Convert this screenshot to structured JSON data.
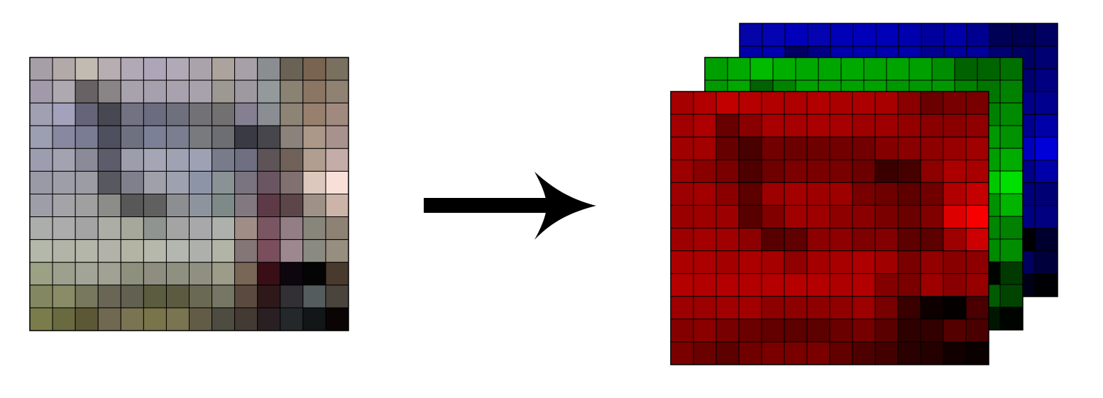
{
  "image_grid": {
    "rows": 12,
    "cols": 14,
    "cells": [
      [
        "#a69fa8",
        "#b2aaa8",
        "#c2bbb2",
        "#b6aeb0",
        "#b2a9b6",
        "#aea6b8",
        "#b2a9b6",
        "#aba3ac",
        "#aca49c",
        "#a8a0a8",
        "#8a8e90",
        "#6a6254",
        "#786450",
        "#7a7060"
      ],
      [
        "#a29aaa",
        "#aea8b0",
        "#686264",
        "#8a8486",
        "#a8a2ac",
        "#a6a0ae",
        "#a9a2ae",
        "#a7a2ac",
        "#9e9892",
        "#9e98a0",
        "#949a9c",
        "#8a8272",
        "#8a7662",
        "#908272"
      ],
      [
        "#a0a0b2",
        "#a3a2bc",
        "#666478",
        "#484852",
        "#727282",
        "#6c6c80",
        "#6e707e",
        "#727276",
        "#727070",
        "#848092",
        "#8a8e92",
        "#8e8476",
        "#98806e",
        "#a08a80"
      ],
      [
        "#9c9eb2",
        "#8888a0",
        "#7a7c94",
        "#4e5060",
        "#6e7280",
        "#7c8096",
        "#7a7e90",
        "#787a7e",
        "#6c6e74",
        "#3a3a44",
        "#46464c",
        "#8c827c",
        "#ac9888",
        "#a8928e"
      ],
      [
        "#9c9eb0",
        "#a2a2b0",
        "#8a8a98",
        "#5c5c6c",
        "#9c9eac",
        "#a4a6b6",
        "#9ea2b2",
        "#9ea0b4",
        "#787c8a",
        "#6e7082",
        "#5e5458",
        "#706258",
        "#b09e90",
        "#c4aca8"
      ],
      [
        "#9a9aa6",
        "#9e9ea8",
        "#9c9ca4",
        "#585860",
        "#80808c",
        "#a0a0aa",
        "#9ea2b0",
        "#8e94a8",
        "#8a9296",
        "#7a7480",
        "#6a5662",
        "#807070",
        "#dcc8bc",
        "#f8e0d8"
      ],
      [
        "#9e9ea8",
        "#a4a4a8",
        "#a0a0a0",
        "#8c8c88",
        "#585858",
        "#606060",
        "#8c8e92",
        "#8e949e",
        "#7e8a88",
        "#827880",
        "#5e3a46",
        "#5c464a",
        "#9e9288",
        "#ccb4a8"
      ],
      [
        "#acaeac",
        "#acacac",
        "#a4a4a4",
        "#acaea6",
        "#a6a89c",
        "#909490",
        "#a4a4a4",
        "#a8a8aa",
        "#aeb0ac",
        "#a08e86",
        "#7a5662",
        "#947e86",
        "#88867a",
        "#8e8274"
      ],
      [
        "#b4b8aa",
        "#b2b4a8",
        "#b4b6aa",
        "#b2b2a8",
        "#b4b4a4",
        "#b6b8ac",
        "#b4b6b0",
        "#aeb0ac",
        "#b2b4a6",
        "#847676",
        "#7a4e5c",
        "#9e8890",
        "#8a8a82",
        "#988e80"
      ],
      [
        "#9ca084",
        "#9ca08c",
        "#a2a498",
        "#a2a294",
        "#8e907e",
        "#8e8e80",
        "#8e9080",
        "#909082",
        "#9c9c88",
        "#786656",
        "#3a0e16",
        "#0e060e",
        "#040404",
        "#4a3a2e"
      ],
      [
        "#848862",
        "#8a8c68",
        "#78785e",
        "#6a6656",
        "#626050",
        "#5c5c40",
        "#5c5a40",
        "#6a6a54",
        "#767664",
        "#5a4a40",
        "#2e181a",
        "#323034",
        "#545c5e",
        "#4a443c"
      ],
      [
        "#7a7c4c",
        "#6a6a40",
        "#5c5836",
        "#706850",
        "#7a7452",
        "#7a744a",
        "#7a7450",
        "#625c46",
        "#4e4c40",
        "#443a34",
        "#2a2024",
        "#24282a",
        "#121616",
        "#0a0404"
      ]
    ]
  },
  "channel_blue": {
    "rows": 12,
    "cols": 14,
    "cells": [
      [
        "#0404a8",
        "#0404b2",
        "#0000ba",
        "#0404b0",
        "#0000b6",
        "#0000b8",
        "#0000b6",
        "#0000ac",
        "#00009c",
        "#0000a8",
        "#000090",
        "#000054",
        "#000050",
        "#000060"
      ],
      [
        "#0000aa",
        "#0000b0",
        "#000064",
        "#000086",
        "#0000ac",
        "#0000ae",
        "#0000ae",
        "#0000ac",
        "#000092",
        "#0000a0",
        "#00009c",
        "#000072",
        "#000062",
        "#000072"
      ],
      [
        "#0000b2",
        "#0000bc",
        "#000078",
        "#000052",
        "#000082",
        "#000080",
        "#00007e",
        "#000076",
        "#000070",
        "#000092",
        "#000092",
        "#000076",
        "#00006e",
        "#000080"
      ],
      [
        "#0000b2",
        "#0000a0",
        "#000094",
        "#000060",
        "#000080",
        "#000096",
        "#000090",
        "#00007e",
        "#000074",
        "#000044",
        "#00004c",
        "#00007c",
        "#000088",
        "#00008e"
      ],
      [
        "#0000b0",
        "#0000b0",
        "#000098",
        "#00006c",
        "#0000ac",
        "#0000b6",
        "#0000b2",
        "#0000b4",
        "#00008a",
        "#000082",
        "#000058",
        "#000058",
        "#000090",
        "#0000a8"
      ],
      [
        "#0000a6",
        "#0000a8",
        "#0000a4",
        "#000060",
        "#00008c",
        "#0000aa",
        "#0000b0",
        "#0000a8",
        "#000096",
        "#000080",
        "#000062",
        "#000070",
        "#0000bc",
        "#0000d8"
      ],
      [
        "#0000a8",
        "#0000a8",
        "#0000a0",
        "#000088",
        "#000058",
        "#000060",
        "#000092",
        "#00009e",
        "#000088",
        "#000080",
        "#000046",
        "#00004a",
        "#000088",
        "#0000a8"
      ],
      [
        "#0000ac",
        "#0000ac",
        "#0000a4",
        "#0000a6",
        "#00009c",
        "#000090",
        "#0000a4",
        "#0000aa",
        "#0000ac",
        "#000086",
        "#000062",
        "#000086",
        "#00007a",
        "#000074"
      ],
      [
        "#0000aa",
        "#0000a8",
        "#0000aa",
        "#0000a8",
        "#0000a4",
        "#0000ac",
        "#0000b0",
        "#0000ac",
        "#0000a6",
        "#000076",
        "#00005c",
        "#000090",
        "#000082",
        "#000080"
      ],
      [
        "#000084",
        "#00008c",
        "#000098",
        "#000094",
        "#00007e",
        "#000080",
        "#000080",
        "#000082",
        "#000088",
        "#000056",
        "#000016",
        "#00000e",
        "#000004",
        "#00002e"
      ],
      [
        "#000062",
        "#000068",
        "#00005e",
        "#000056",
        "#000050",
        "#000040",
        "#000040",
        "#000054",
        "#000064",
        "#000040",
        "#00001a",
        "#000034",
        "#00005e",
        "#00003c"
      ],
      [
        "#00004c",
        "#000040",
        "#000036",
        "#000050",
        "#000052",
        "#00004a",
        "#000050",
        "#000046",
        "#000040",
        "#000034",
        "#000024",
        "#00002a",
        "#000016",
        "#000004"
      ]
    ]
  },
  "channel_green": {
    "rows": 12,
    "cols": 14,
    "cells": [
      [
        "#009f00",
        "#00aa00",
        "#00bb00",
        "#00ae00",
        "#00a900",
        "#00a600",
        "#00a900",
        "#00a300",
        "#00a400",
        "#00a000",
        "#008e00",
        "#006200",
        "#006400",
        "#007000"
      ],
      [
        "#009a00",
        "#00a800",
        "#006200",
        "#008400",
        "#00a200",
        "#00a000",
        "#00a200",
        "#00a200",
        "#009800",
        "#009800",
        "#009a00",
        "#008200",
        "#007600",
        "#008200"
      ],
      [
        "#00a000",
        "#00a200",
        "#006400",
        "#004800",
        "#007200",
        "#006c00",
        "#007000",
        "#007200",
        "#007000",
        "#008000",
        "#008e00",
        "#008400",
        "#008000",
        "#008a00"
      ],
      [
        "#009e00",
        "#008800",
        "#007c00",
        "#005000",
        "#007200",
        "#008000",
        "#007e00",
        "#007a00",
        "#006e00",
        "#003a00",
        "#004600",
        "#008200",
        "#009800",
        "#009200"
      ],
      [
        "#009e00",
        "#00a200",
        "#008a00",
        "#005c00",
        "#009e00",
        "#00a600",
        "#00a200",
        "#00a000",
        "#007c00",
        "#007000",
        "#005400",
        "#006200",
        "#009e00",
        "#00ac00"
      ],
      [
        "#009a00",
        "#009e00",
        "#009c00",
        "#005800",
        "#008000",
        "#00a000",
        "#00a200",
        "#009400",
        "#009200",
        "#007400",
        "#005600",
        "#007000",
        "#00c800",
        "#00e000"
      ],
      [
        "#009e00",
        "#00a400",
        "#00a000",
        "#008c00",
        "#005800",
        "#006000",
        "#008e00",
        "#009400",
        "#008a00",
        "#007800",
        "#003a00",
        "#004600",
        "#009200",
        "#00b400"
      ],
      [
        "#00ae00",
        "#00ac00",
        "#00a400",
        "#00ae00",
        "#00a800",
        "#009400",
        "#00a400",
        "#00a800",
        "#00b000",
        "#008e00",
        "#005600",
        "#007e00",
        "#008600",
        "#008200"
      ],
      [
        "#00b800",
        "#00b400",
        "#00b600",
        "#00b200",
        "#00b400",
        "#00b800",
        "#00b600",
        "#00b000",
        "#00b400",
        "#007600",
        "#004e00",
        "#008800",
        "#008a00",
        "#008e00"
      ],
      [
        "#00a000",
        "#00a000",
        "#00a400",
        "#00a200",
        "#009000",
        "#008e00",
        "#009000",
        "#009000",
        "#009c00",
        "#006600",
        "#000e00",
        "#000600",
        "#000400",
        "#003a00"
      ],
      [
        "#008800",
        "#008c00",
        "#007800",
        "#006600",
        "#006000",
        "#005c00",
        "#005a00",
        "#006a00",
        "#007600",
        "#004a00",
        "#001800",
        "#003000",
        "#005c00",
        "#004400"
      ],
      [
        "#007c00",
        "#006a00",
        "#005800",
        "#006800",
        "#007400",
        "#007400",
        "#007400",
        "#005c00",
        "#004c00",
        "#003a00",
        "#002000",
        "#002800",
        "#001600",
        "#000400"
      ]
    ]
  },
  "channel_red": {
    "rows": 12,
    "cols": 14,
    "cells": [
      [
        "#a60000",
        "#b20000",
        "#c20000",
        "#b60000",
        "#b20000",
        "#ae0000",
        "#b20000",
        "#ab0000",
        "#ac0000",
        "#a80000",
        "#8a0000",
        "#6a0000",
        "#780000",
        "#7a0000"
      ],
      [
        "#a20000",
        "#ae0000",
        "#680000",
        "#8a0000",
        "#a80000",
        "#a60000",
        "#a90000",
        "#a70000",
        "#9e0000",
        "#9e0000",
        "#940000",
        "#8a0000",
        "#8a0000",
        "#900000"
      ],
      [
        "#a00000",
        "#a30000",
        "#660000",
        "#480000",
        "#720000",
        "#6c0000",
        "#6e0000",
        "#720000",
        "#720000",
        "#840000",
        "#8a0000",
        "#8e0000",
        "#980000",
        "#a00000"
      ],
      [
        "#9c0000",
        "#880000",
        "#7a0000",
        "#4e0000",
        "#6e0000",
        "#7c0000",
        "#7a0000",
        "#780000",
        "#6c0000",
        "#3a0000",
        "#460000",
        "#8c0000",
        "#ac0000",
        "#a80000"
      ],
      [
        "#9c0000",
        "#a20000",
        "#8a0000",
        "#5c0000",
        "#9c0000",
        "#a40000",
        "#9e0000",
        "#9e0000",
        "#780000",
        "#6e0000",
        "#5e0000",
        "#700000",
        "#b00000",
        "#c40000"
      ],
      [
        "#9a0000",
        "#9e0000",
        "#9c0000",
        "#580000",
        "#800000",
        "#a00000",
        "#9e0000",
        "#8e0000",
        "#8a0000",
        "#7a0000",
        "#6a0000",
        "#800000",
        "#dc0000",
        "#f80000"
      ],
      [
        "#9e0000",
        "#a40000",
        "#a00000",
        "#8c0000",
        "#580000",
        "#600000",
        "#8c0000",
        "#8e0000",
        "#7e0000",
        "#820000",
        "#5e0000",
        "#5c0000",
        "#9e0000",
        "#cc0000"
      ],
      [
        "#ac0000",
        "#ac0000",
        "#a40000",
        "#ac0000",
        "#a60000",
        "#900000",
        "#a40000",
        "#a80000",
        "#ae0000",
        "#a00000",
        "#7a0000",
        "#940000",
        "#880000",
        "#8e0000"
      ],
      [
        "#b40000",
        "#b20000",
        "#b40000",
        "#b20000",
        "#b40000",
        "#b60000",
        "#b40000",
        "#ae0000",
        "#b20000",
        "#840000",
        "#7a0000",
        "#9e0000",
        "#8a0000",
        "#980000"
      ],
      [
        "#9c0000",
        "#9c0000",
        "#a20000",
        "#a20000",
        "#8e0000",
        "#8e0000",
        "#8e0000",
        "#900000",
        "#9c0000",
        "#780000",
        "#3a0000",
        "#0e0000",
        "#040000",
        "#4a0000"
      ],
      [
        "#840000",
        "#8a0000",
        "#780000",
        "#6a0000",
        "#620000",
        "#5c0000",
        "#5c0000",
        "#6a0000",
        "#760000",
        "#5a0000",
        "#2e0000",
        "#320000",
        "#540000",
        "#4a0000"
      ],
      [
        "#7a0000",
        "#6a0000",
        "#5c0000",
        "#700000",
        "#7a0000",
        "#7a0000",
        "#7a0000",
        "#620000",
        "#4e0000",
        "#440000",
        "#2a0000",
        "#240000",
        "#120000",
        "#0a0000"
      ]
    ]
  },
  "arrow": {
    "icon": "right-arrow-icon",
    "color": "#000000"
  },
  "colors": {
    "grid_line": "#000000",
    "background": "#ffffff"
  }
}
